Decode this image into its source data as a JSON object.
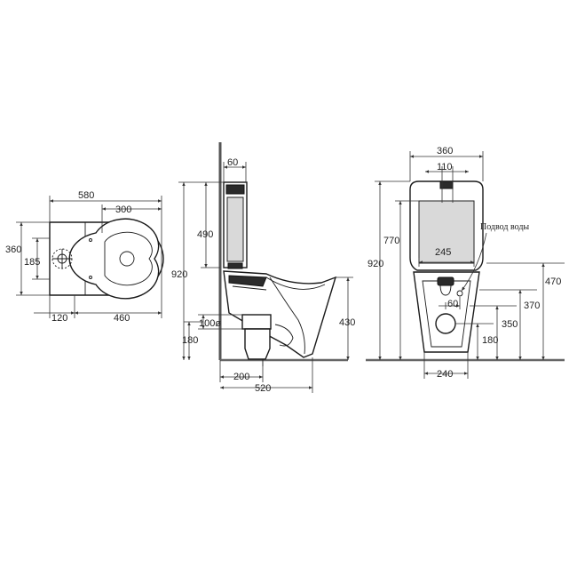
{
  "colors": {
    "line": "#1a1a1a",
    "wall": "#555555",
    "tank_fill": "#d9d9d9",
    "background": "#ffffff"
  },
  "plan_view": {
    "d580": "580",
    "d300": "300",
    "d360": "360",
    "d185": "185",
    "d120": "120",
    "d460": "460"
  },
  "side_view": {
    "d60": "60",
    "d490": "490",
    "d920": "920",
    "d100": "100ø",
    "d180": "180",
    "d430": "430",
    "d200": "200",
    "d520": "520"
  },
  "front_view": {
    "d360": "360",
    "d110": "110",
    "d770": "770",
    "d920": "920",
    "d245": "245",
    "d60": "60",
    "d470": "470",
    "d370": "370",
    "d350": "350",
    "d180": "180",
    "d240": "240",
    "water_inlet_label": "Подвод воды"
  }
}
